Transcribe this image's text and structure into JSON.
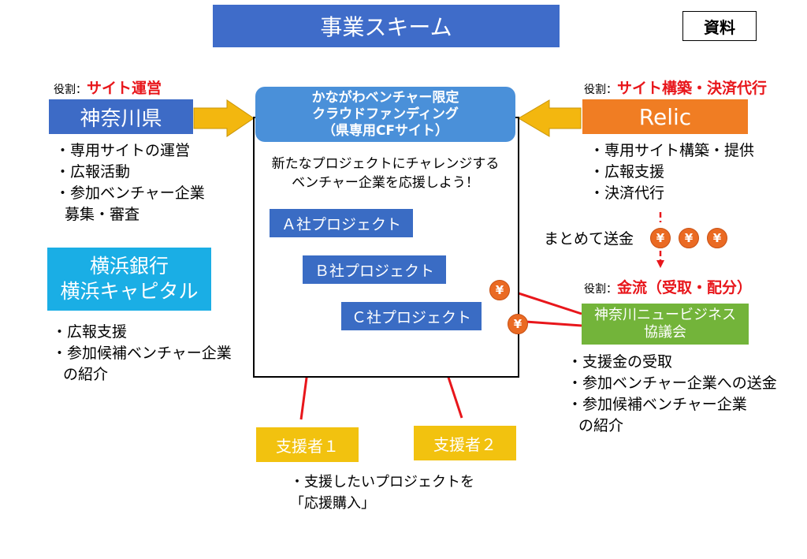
{
  "title": "事業スキーム",
  "doc_label": "資料",
  "role_prefix": "役割：",
  "kanagawa": {
    "role": "サイト運営",
    "name": "神奈川県",
    "bullets": [
      "・専用サイトの運営",
      "・広報活動",
      "・参加ベンチャー企業",
      "募集・審査"
    ]
  },
  "bank": {
    "name_lines": [
      "横浜銀行",
      "横浜キャピタル"
    ],
    "bullets": [
      "・広報支援",
      "・参加候補ベンチャー企業",
      "の紹介"
    ]
  },
  "relic": {
    "role": "サイト構築・決済代行",
    "name": "Relic",
    "bullets": [
      "・専用サイト構築・提供",
      "・広報支援",
      "・決済代行"
    ]
  },
  "site": {
    "header_lines": [
      "かながわベンチャー限定",
      "クラウドファンディング",
      "（県専用CFサイト）"
    ],
    "intro_lines": [
      "新たなプロジェクトにチャレンジする",
      "ベンチャー企業を応援しよう！"
    ],
    "projects": [
      "Ａ社プロジェクト",
      "Ｂ社プロジェクト",
      "Ｃ社プロジェクト"
    ]
  },
  "remit_label": "まとめて送金",
  "yen_symbol": "¥",
  "council": {
    "role": "金流（受取・配分）",
    "name_lines": [
      "神奈川ニュービジネス",
      "協議会"
    ],
    "bullets": [
      "・支援金の受取",
      "・参加ベンチャー企業への送金",
      "・参加候補ベンチャー企業",
      "の紹介"
    ]
  },
  "supporters": [
    "支援者１",
    "支援者２"
  ],
  "supporter_note": [
    "・支援したいプロジェクトを",
    "「応援購入」"
  ],
  "colors": {
    "title_bg": "#3f6cc9",
    "kanagawa_bg": "#3d6bc6",
    "bank_bg": "#1aaee5",
    "relic_bg": "#f07d23",
    "council_bg": "#73b43a",
    "site_header_bg": "#4a90d9",
    "project_bg": "#3a6cc4",
    "supporter_bg": "#f2c20f",
    "arrow_red": "#e8161b",
    "arrow_gold": "#f3b70f",
    "coin": "#ea6a23",
    "role_text": "#e8161b"
  }
}
